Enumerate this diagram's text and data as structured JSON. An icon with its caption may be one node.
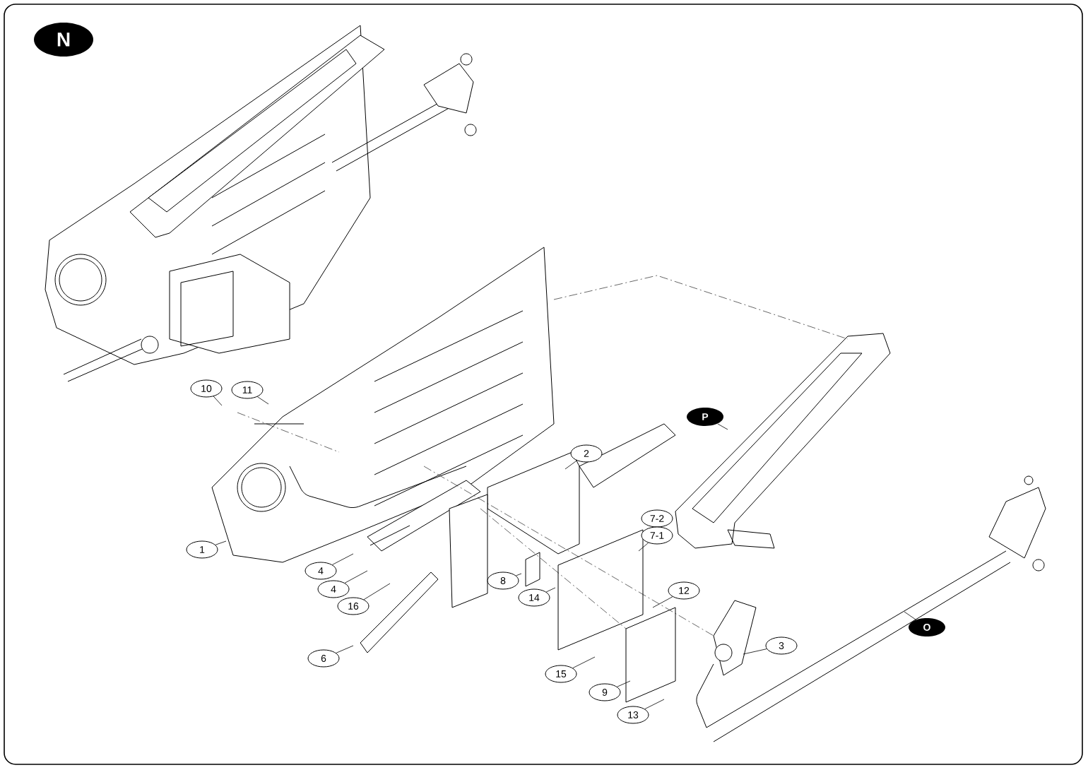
{
  "diagram": {
    "nodes": [
      {
        "text": [
          "N"
        ]
      },
      {
        "text": [
          "10"
        ]
      },
      {
        "text": [
          "11"
        ]
      },
      {
        "text": [
          "2"
        ]
      },
      {
        "text": [
          "P"
        ]
      },
      {
        "text": [
          "7-2"
        ]
      },
      {
        "text": [
          "7-1"
        ]
      },
      {
        "text": [
          "1"
        ]
      },
      {
        "text": [
          "8"
        ]
      },
      {
        "text": [
          "12"
        ]
      },
      {
        "text": [
          "4"
        ]
      },
      {
        "text": [
          "14"
        ]
      },
      {
        "text": [
          "4"
        ]
      },
      {
        "text": [
          "16"
        ]
      },
      {
        "text": [
          "3"
        ]
      },
      {
        "text": [
          "O"
        ]
      },
      {
        "text": [
          "15"
        ]
      },
      {
        "text": [
          "6"
        ]
      },
      {
        "text": [
          "9"
        ]
      },
      {
        "text": [
          "13"
        ]
      }
    ],
    "edges": [
      {
        "from": 1,
        "to": null,
        "arrow": "none"
      },
      {
        "from": 2,
        "to": null,
        "arrow": "none"
      },
      {
        "from": 3,
        "to": null,
        "arrow": "none"
      },
      {
        "from": 4,
        "to": null,
        "arrow": "none"
      },
      {
        "from": 6,
        "to": null,
        "arrow": "none"
      },
      {
        "from": 7,
        "to": null,
        "arrow": "none"
      },
      {
        "from": 8,
        "to": null,
        "arrow": "none"
      },
      {
        "from": 9,
        "to": null,
        "arrow": "none"
      },
      {
        "from": 10,
        "to": null,
        "arrow": "none"
      },
      {
        "from": 11,
        "to": null,
        "arrow": "none"
      },
      {
        "from": 12,
        "to": null,
        "arrow": "none"
      },
      {
        "from": 13,
        "to": null,
        "arrow": "none"
      },
      {
        "from": 14,
        "to": null,
        "arrow": "none"
      },
      {
        "from": 15,
        "to": null,
        "arrow": "none"
      },
      {
        "from": 16,
        "to": null,
        "arrow": "none"
      },
      {
        "from": 17,
        "to": null,
        "arrow": "none"
      },
      {
        "from": 18,
        "to": null,
        "arrow": "none"
      },
      {
        "from": 19,
        "to": null,
        "arrow": "none"
      }
    ]
  }
}
